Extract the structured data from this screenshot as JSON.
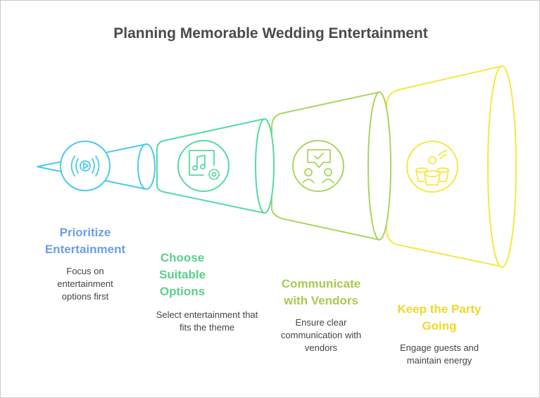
{
  "title": "Planning Memorable Wedding Entertainment",
  "colors": {
    "blue": "#4cc8f2",
    "green": "#55dba0",
    "lime": "#a9d65e",
    "yellow": "#f6e843"
  },
  "stages": [
    {
      "title": "Prioritize Entertainment",
      "description": "Focus on entertainment options first",
      "icon": "audio-play-icon",
      "title_color": "#6c9de6"
    },
    {
      "title": "Choose Suitable Options",
      "description": "Select entertainment that fits the theme",
      "icon": "music-settings-icon",
      "title_color": "#5ccf8e"
    },
    {
      "title": "Communicate with Vendors",
      "description": "Ensure clear communication with vendors",
      "icon": "people-chat-approval-icon",
      "title_color": "#a6cb4f"
    },
    {
      "title": "Keep the Party Going",
      "description": "Engage guests and maintain energy",
      "icon": "party-drinks-icon",
      "title_color": "#efd92c"
    }
  ]
}
